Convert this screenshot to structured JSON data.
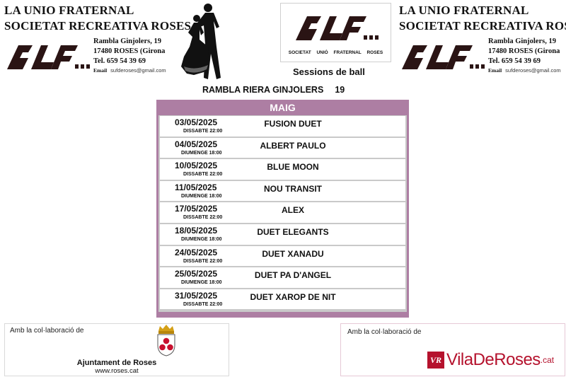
{
  "organization": {
    "line1": "LA UNIO FRATERNAL",
    "line2": "SOCIETAT RECREATIVA ROSES",
    "address1": "Rambla Ginjolers, 19",
    "address2_left": "17480  ROSES (Girona",
    "address2_right": "17480  ROSES (Girona",
    "phone": "Tel. 659 54 39 69",
    "email_label": "Email",
    "email": "sufderoses@gmail.com"
  },
  "center_logo": {
    "caption": "SOCIETAT UNIÓ FRATERNAL ROSES"
  },
  "sessions_title": "Sessions de ball",
  "venue": {
    "street": "RAMBLA RIERA GINJOLERS",
    "number": "19"
  },
  "schedule": {
    "month": "MAIG",
    "events": [
      {
        "date": "03/05/2025",
        "day": "DISSABTE  22:00",
        "performer": "FUSION DUET"
      },
      {
        "date": "04/05/2025",
        "day": "DIUMENGE  18:00",
        "performer": "ALBERT PAULO"
      },
      {
        "date": "10/05/2025",
        "day": "DISSABTE  22:00",
        "performer": "BLUE MOON"
      },
      {
        "date": "11/05/2025",
        "day": "DIUMENGE  18:00",
        "performer": "NOU TRANSIT"
      },
      {
        "date": "17/05/2025",
        "day": "DISSABTE  22:00",
        "performer": "ALEX"
      },
      {
        "date": "18/05/2025",
        "day": "DIUMENGE  18:00",
        "performer": "DUET ELEGANTS"
      },
      {
        "date": "24/05/2025",
        "day": "DISSABTE  22:00",
        "performer": "DUET XANADU"
      },
      {
        "date": "25/05/2025",
        "day": "DIUMENGE  18:00",
        "performer": "DUET PA D'ANGEL"
      },
      {
        "date": "31/05/2025",
        "day": "DISSABTE  22:00",
        "performer": "DUET XAROP DE NIT"
      }
    ]
  },
  "sponsors": {
    "left": {
      "label": "Amb la col·laboració de",
      "name": "Ajuntament de Roses",
      "web": "www.roses.cat"
    },
    "right": {
      "label": "Amb la col·laboració de",
      "badge": "VR",
      "brand": "VilaDeRoses",
      "suffix": ".cat"
    }
  },
  "colors": {
    "month_band": "#ad7ea3",
    "brand_red": "#b5122d",
    "crest_red": "#c8102e",
    "crest_gold": "#d4a017"
  }
}
